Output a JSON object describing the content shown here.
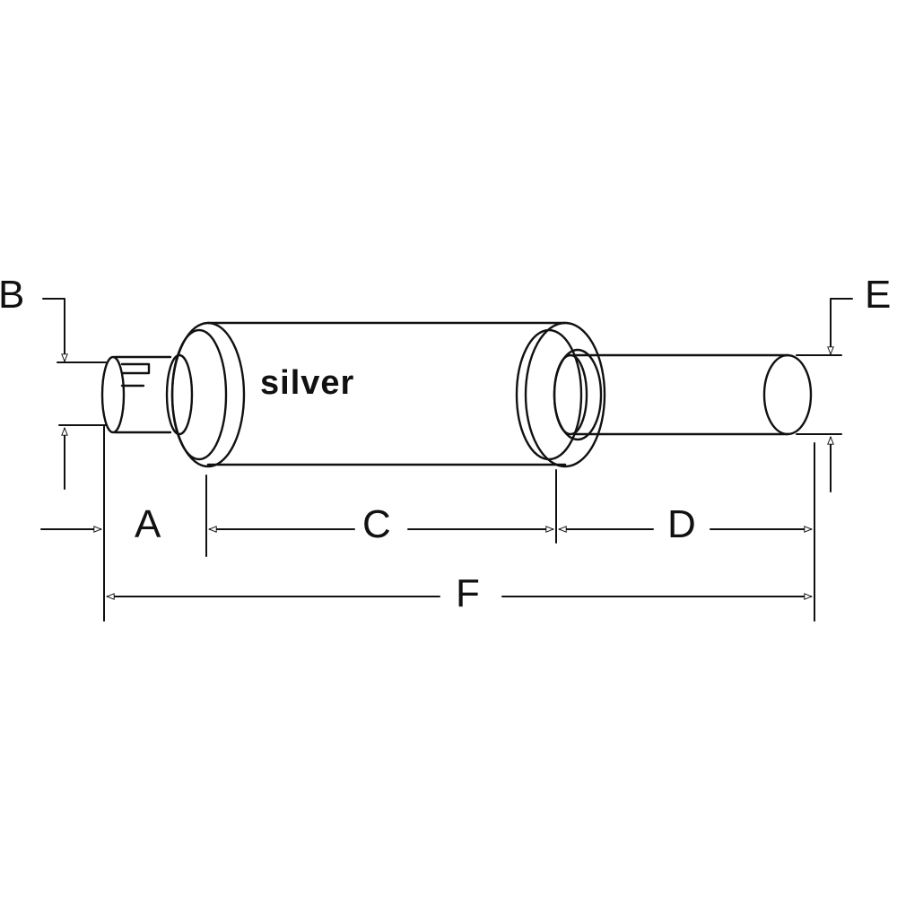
{
  "diagram": {
    "body_label": "silver",
    "dimensions": {
      "a": "A",
      "b": "B",
      "c": "C",
      "d": "D",
      "e": "E",
      "f": "F"
    }
  }
}
